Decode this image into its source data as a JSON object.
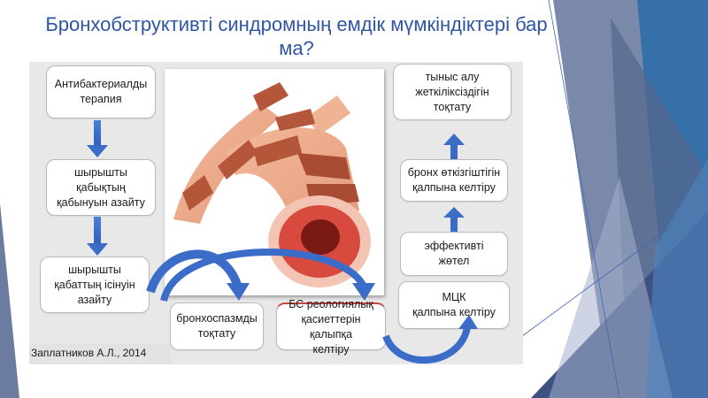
{
  "slide": {
    "title": "Бронхобструктивті синдромның емдік мүмкіндіктері бар ма?",
    "citation": "Заплатников А.Л., 2014",
    "colors": {
      "title": "#2f55a4",
      "arrow": "#3a6cc8",
      "panel": "#e8e8e8",
      "deco_dark": "#3d5283",
      "deco_blue": "#3670a8",
      "deco_gray": "#6b7ca0"
    }
  },
  "diagram": {
    "image_label": "bronchus-illustration",
    "left_column": [
      {
        "id": "antibacterial",
        "label": "Антибактериалды\nтерапия"
      },
      {
        "id": "mucosa-inflammation",
        "label": "шырышты\nқабықтың\nқабынуын азайту"
      },
      {
        "id": "mucosa-edema",
        "label": "шырышты\nқабаттың ісінуін\nазайту"
      }
    ],
    "bottom_row": [
      {
        "id": "bronchospasm",
        "label": "бронхоспазмды\nтоқтату"
      },
      {
        "id": "rheology",
        "label": "БС реологиялық\nқасиеттерін қалыпқа\nкелтіру"
      }
    ],
    "right_column": [
      {
        "id": "respiratory-failure",
        "label": "тыныс алу\nжеткіліксіздігін\nтоқтату"
      },
      {
        "id": "bronchial-patency",
        "label": "бронх өткізгіштігін\nқалпына келтіру"
      },
      {
        "id": "effective-cough",
        "label": "эффективті\nжөтел"
      },
      {
        "id": "mcc",
        "label": "МЦК\nқалпына келтіру"
      }
    ]
  }
}
